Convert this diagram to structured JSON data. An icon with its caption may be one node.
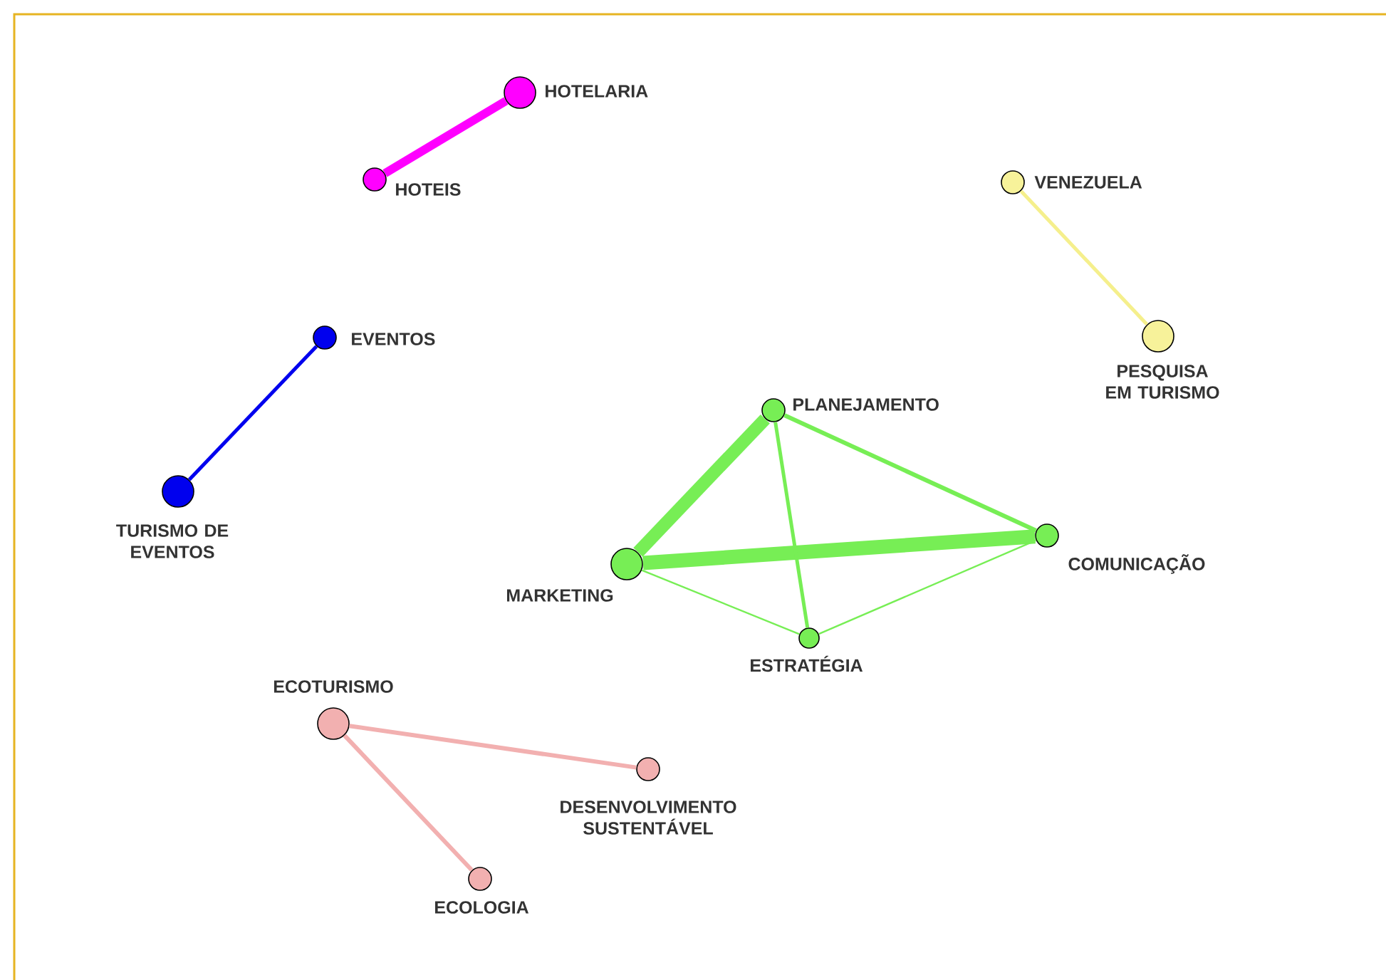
{
  "diagram": {
    "nodes": [
      {
        "text": [],
        "shape": "circle",
        "beside": [
          "HOTELARIA"
        ]
      },
      {
        "text": [],
        "shape": "circle",
        "beside": [
          "HOTEIS"
        ]
      },
      {
        "text": [],
        "shape": "circle",
        "beside": [
          "VENEZUELA"
        ]
      },
      {
        "text": [],
        "shape": "circle",
        "beside": [
          "PESQUISA EM TURISMO"
        ]
      },
      {
        "text": [],
        "shape": "circle",
        "beside": [
          "EVENTOS"
        ]
      },
      {
        "text": [],
        "shape": "circle",
        "beside": [
          "TURISMO DE EVENTOS"
        ]
      },
      {
        "text": [],
        "shape": "circle",
        "beside": [
          "PLANEJAMENTO"
        ]
      },
      {
        "text": [],
        "shape": "circle",
        "beside": [
          "MARKETING"
        ]
      },
      {
        "text": [],
        "shape": "circle",
        "beside": [
          "COMUNICAÇÃO"
        ]
      },
      {
        "text": [],
        "shape": "circle",
        "beside": [
          "ESTRATÉGIA"
        ]
      },
      {
        "text": [],
        "shape": "circle",
        "beside": [
          "ECOTURISMO"
        ]
      },
      {
        "text": [],
        "shape": "circle",
        "beside": [
          "DESENVOLVIMENTO SUSTENTÁVEL"
        ]
      },
      {
        "text": [],
        "shape": "circle",
        "beside": [
          "ECOLOGIA"
        ]
      }
    ],
    "edges": [
      {
        "from": 0,
        "to": 1,
        "arrow": "none",
        "style": "thick",
        "color": "#ff00ff"
      },
      {
        "from": 2,
        "to": 3,
        "arrow": "none",
        "color": "#f5ef8c"
      },
      {
        "from": 4,
        "to": 5,
        "arrow": "none",
        "color": "#0000ee"
      },
      {
        "from": 6,
        "to": 7,
        "arrow": "none",
        "style": "thick",
        "color": "#77ee55"
      },
      {
        "from": 7,
        "to": 8,
        "arrow": "none",
        "style": "thick",
        "color": "#77ee55"
      },
      {
        "from": 6,
        "to": 8,
        "arrow": "none",
        "color": "#77ee55"
      },
      {
        "from": 6,
        "to": 9,
        "arrow": "none",
        "color": "#77ee55"
      },
      {
        "from": 7,
        "to": 9,
        "arrow": "none",
        "color": "#77ee55"
      },
      {
        "from": 8,
        "to": 9,
        "arrow": "none",
        "color": "#77ee55"
      },
      {
        "from": 10,
        "to": 11,
        "arrow": "none",
        "color": "#f2b0b0"
      },
      {
        "from": 10,
        "to": 12,
        "arrow": "none",
        "color": "#f2b0b0"
      }
    ]
  }
}
